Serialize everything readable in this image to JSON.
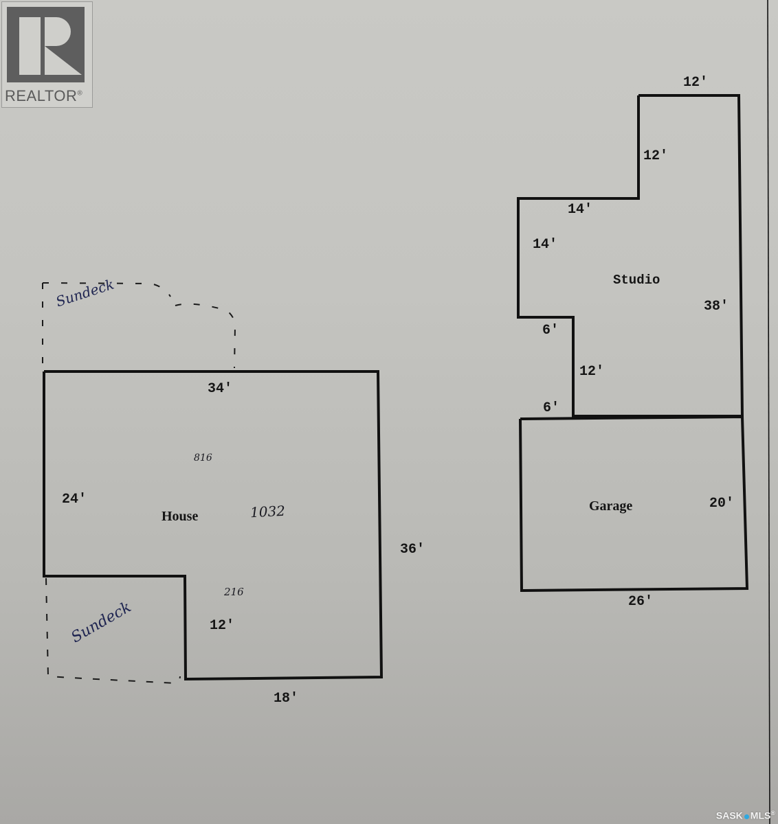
{
  "watermarks": {
    "realtor_logo_text": "REALTOR",
    "realtor_mark": "®",
    "mls_left": "SASK",
    "mls_right": "MLS",
    "mls_mark": "®"
  },
  "colors": {
    "paper": "#c6c6c2",
    "line": "#111111",
    "handwriting_blue": "#1e2450",
    "mls_pin": "#2ea8e0"
  },
  "house": {
    "name": "House",
    "dims": {
      "top": "34'",
      "left": "24'",
      "right": "36'",
      "bottom": "18'",
      "inner_step": "12'"
    },
    "handwritten": {
      "upper_area": "816",
      "total_area": "1032",
      "lower_area": "216",
      "sundeck_top": "Sundeck",
      "sundeck_bottom": "Sundeck"
    }
  },
  "studio": {
    "name": "Studio",
    "dims": {
      "top": "12'",
      "upper_step_vertical": "12'",
      "step_horizontal": "14'",
      "left_vertical": "14'",
      "right": "38'",
      "notch_top": "6'",
      "notch_vertical": "12'",
      "notch_bottom": "6'"
    }
  },
  "garage": {
    "name": "Garage",
    "dims": {
      "right": "20'",
      "bottom": "26'"
    }
  }
}
